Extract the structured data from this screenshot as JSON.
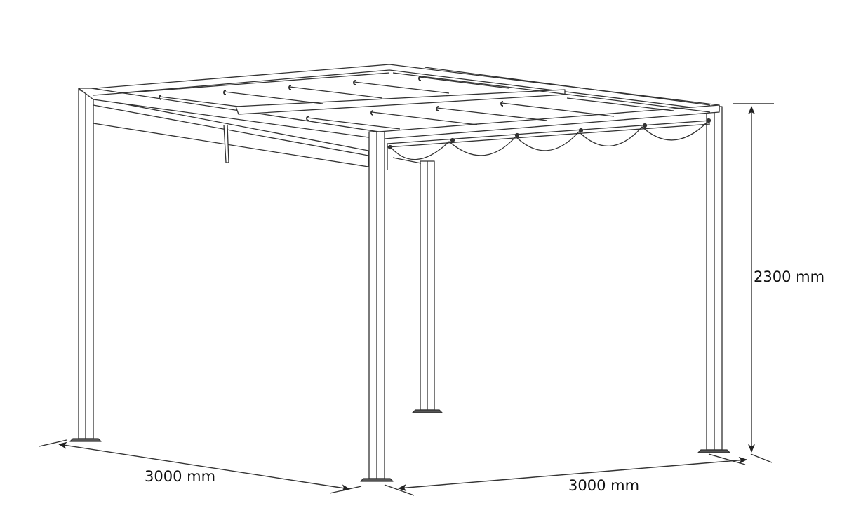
{
  "diagram": {
    "subject": "Pergola with retractable canopy",
    "style": "line drawing",
    "colors": {
      "background": "#ffffff",
      "line": "#333333",
      "text": "#111111"
    }
  },
  "dimensions": {
    "height": {
      "label": "2300 mm"
    },
    "depth": {
      "label": "3000 mm"
    },
    "width": {
      "label": "3000 mm"
    }
  }
}
